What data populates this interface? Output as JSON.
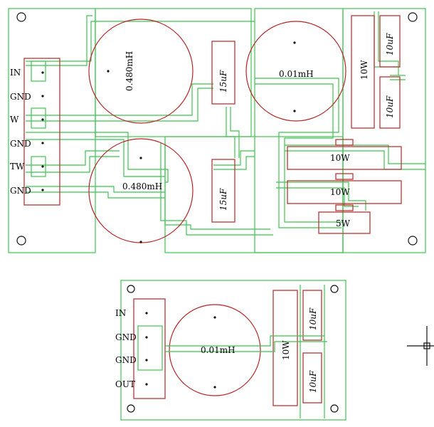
{
  "colors": {
    "trace": "#3cc44f",
    "component": "#b82424",
    "text": "#000000",
    "hole": "#111111",
    "background": "#ffffff"
  },
  "board_top": {
    "connector_labels": [
      "IN",
      "GND",
      "W",
      "GND",
      "TW",
      "GND"
    ],
    "inductor_labels": [
      "0.480mH",
      "0.480mH",
      "0.01mH"
    ],
    "capacitor_labels": [
      "15uF",
      "15uF",
      "10uF",
      "10uF"
    ],
    "resistor_labels": [
      "10W",
      "10W",
      "10W",
      "5W"
    ]
  },
  "board_bottom": {
    "connector_labels": [
      "IN",
      "GND",
      "GND",
      "OUT"
    ],
    "inductor_label": "0.01mH",
    "resistor_label": "10W",
    "capacitor_labels": [
      "10uF",
      "10uF"
    ]
  },
  "cursor_icon": "crosshair-icon"
}
